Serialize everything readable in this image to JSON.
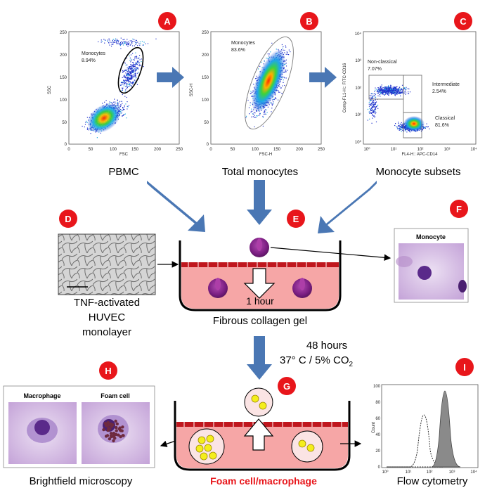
{
  "badges": {
    "a": "A",
    "b": "B",
    "c": "C",
    "d": "D",
    "e": "E",
    "f": "F",
    "g": "G",
    "h": "H",
    "i": "I"
  },
  "plot_a": {
    "ylabel": "SSC",
    "xlabel": "FSC",
    "y_ticks": [
      "250",
      "200",
      "150",
      "100",
      "50",
      "0"
    ],
    "x_ticks": [
      "0",
      "50",
      "100",
      "150",
      "200",
      "250"
    ],
    "gate_name": "Monocytes",
    "gate_pct": "8.94%"
  },
  "plot_b": {
    "ylabel": "SSC-H",
    "xlabel": "FSC-H",
    "y_ticks": [
      "250",
      "200",
      "150",
      "100",
      "50",
      "0"
    ],
    "x_ticks": [
      "0",
      "50",
      "100",
      "150",
      "200",
      "250"
    ],
    "gate_name": "Monocytes",
    "gate_pct": "83.6%"
  },
  "plot_c": {
    "ylabel": "Comp-FL1-H:: FITC-CD16",
    "xlabel": "FL4-H:: APC-CD14",
    "y_ticks": [
      "10⁴",
      "10³",
      "10²",
      "10¹",
      "10⁰"
    ],
    "x_ticks": [
      "10⁰",
      "10¹",
      "10²",
      "10³",
      "10⁴"
    ],
    "nonclassical_name": "Non-classical",
    "nonclassical_pct": "7.07%",
    "intermediate_name": "Intermediate",
    "intermediate_pct": "2.54%",
    "classical_name": "Classical",
    "classical_pct": "81.6%"
  },
  "captions": {
    "pbmc": "PBMC",
    "total_monocytes": "Total monocytes",
    "monocyte_subsets": "Monocyte subsets",
    "huvec_line1": "TNF-activated",
    "huvec_line2": "HUVEC",
    "huvec_line3": "monolayer",
    "one_hour": "1 hour",
    "collagen": "Fibrous collagen gel",
    "hours": "48 hours",
    "conditions": "37° C / 5% CO",
    "co2_sub": "2",
    "brightfield": "Brightfield microscopy",
    "foam_macrophage": "Foam cell/macrophage",
    "flow": "Flow cytometry"
  },
  "micrographs": {
    "monocyte_title": "Monocyte",
    "macrophage_title": "Macrophage",
    "foam_title": "Foam cell"
  },
  "histogram": {
    "ylabel": "Count",
    "y_ticks": [
      "100",
      "80",
      "60",
      "40",
      "20",
      "0"
    ],
    "x_ticks": [
      "10⁰",
      "10¹",
      "10²",
      "10³",
      "10⁴"
    ]
  },
  "colors": {
    "badge": "#e8161b",
    "arrow": "#4a77b4",
    "dish_fill": "#f6a6a6",
    "collagen_line": "#c0171e",
    "monocyte": "#8a2a8f",
    "emphasis_text": "#e8161b",
    "lipid_droplet": "#f4ee1c",
    "micro_bg": "#c9a8dc"
  }
}
